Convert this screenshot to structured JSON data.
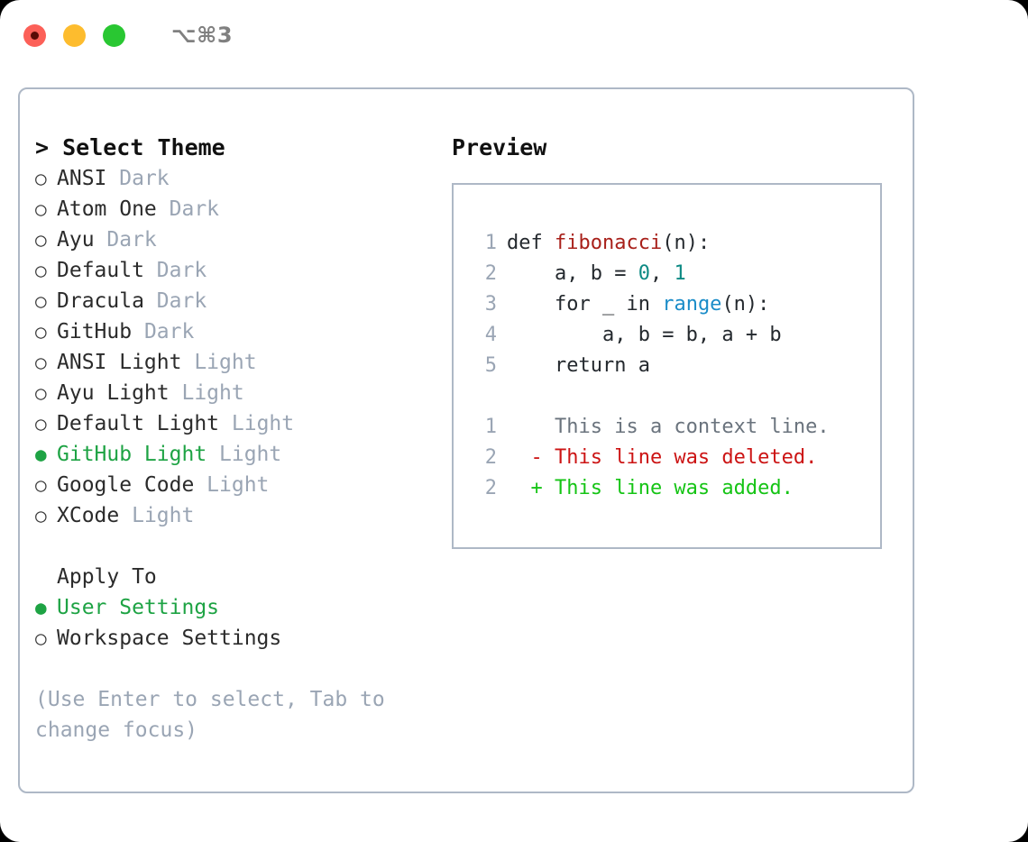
{
  "titlebar": {
    "shortcut": "⌥⌘3",
    "dots": [
      "close-red",
      "minimize-yellow",
      "maximize-green"
    ]
  },
  "left_panel": {
    "heading": "> Select Theme",
    "themes": [
      {
        "marker": "○",
        "name": "ANSI",
        "tag": "Dark",
        "selected": false
      },
      {
        "marker": "○",
        "name": "Atom One",
        "tag": "Dark",
        "selected": false
      },
      {
        "marker": "○",
        "name": "Ayu",
        "tag": "Dark",
        "selected": false
      },
      {
        "marker": "○",
        "name": "Default",
        "tag": "Dark",
        "selected": false
      },
      {
        "marker": "○",
        "name": "Dracula",
        "tag": "Dark",
        "selected": false
      },
      {
        "marker": "○",
        "name": "GitHub",
        "tag": "Dark",
        "selected": false
      },
      {
        "marker": "○",
        "name": "ANSI Light",
        "tag": "Light",
        "selected": false
      },
      {
        "marker": "○",
        "name": "Ayu Light",
        "tag": "Light",
        "selected": false
      },
      {
        "marker": "○",
        "name": "Default Light",
        "tag": "Light",
        "selected": false
      },
      {
        "marker": "●",
        "name": "GitHub Light",
        "tag": "Light",
        "selected": true
      },
      {
        "marker": "○",
        "name": "Google Code",
        "tag": "Light",
        "selected": false
      },
      {
        "marker": "○",
        "name": "XCode",
        "tag": "Light",
        "selected": false
      }
    ],
    "apply_to_label": "Apply To",
    "apply_to_options": [
      {
        "marker": "●",
        "name": "User Settings",
        "selected": true
      },
      {
        "marker": "○",
        "name": "Workspace Settings",
        "selected": false
      }
    ],
    "hint": "(Use Enter to select, Tab to change focus)"
  },
  "preview": {
    "title": "Preview",
    "code_lines": [
      {
        "no": "1",
        "indent": "",
        "tokens": [
          {
            "t": "def ",
            "c": "plain"
          },
          {
            "t": "fibonacci",
            "c": "fn"
          },
          {
            "t": "(n):",
            "c": "plain"
          }
        ]
      },
      {
        "no": "2",
        "indent": "    ",
        "tokens": [
          {
            "t": "a, b = ",
            "c": "plain"
          },
          {
            "t": "0",
            "c": "num"
          },
          {
            "t": ", ",
            "c": "plain"
          },
          {
            "t": "1",
            "c": "num"
          }
        ]
      },
      {
        "no": "3",
        "indent": "    ",
        "tokens": [
          {
            "t": "for _ in ",
            "c": "plain"
          },
          {
            "t": "range",
            "c": "call"
          },
          {
            "t": "(n):",
            "c": "plain"
          }
        ]
      },
      {
        "no": "4",
        "indent": "        ",
        "tokens": [
          {
            "t": "a, b = b, a + b",
            "c": "plain"
          }
        ]
      },
      {
        "no": "5",
        "indent": "    ",
        "tokens": [
          {
            "t": "return a",
            "c": "plain"
          }
        ]
      }
    ],
    "diff_lines": [
      {
        "no": "1",
        "sign": "  ",
        "text": "This is a context line.",
        "kind": "ctx"
      },
      {
        "no": "2",
        "sign": "- ",
        "text": "This line was deleted.",
        "kind": "del"
      },
      {
        "no": "2",
        "sign": "+ ",
        "text": "This line was added.",
        "kind": "add"
      }
    ]
  },
  "colors": {
    "accent_green": "#1ea344",
    "muted_gray": "#9aa5b4",
    "border": "#aeb8c6",
    "fn_red": "#a8201a",
    "num_teal": "#0d8a84",
    "call_blue": "#1a8cc8",
    "diff_del": "#cc1414",
    "diff_add": "#15c415"
  }
}
